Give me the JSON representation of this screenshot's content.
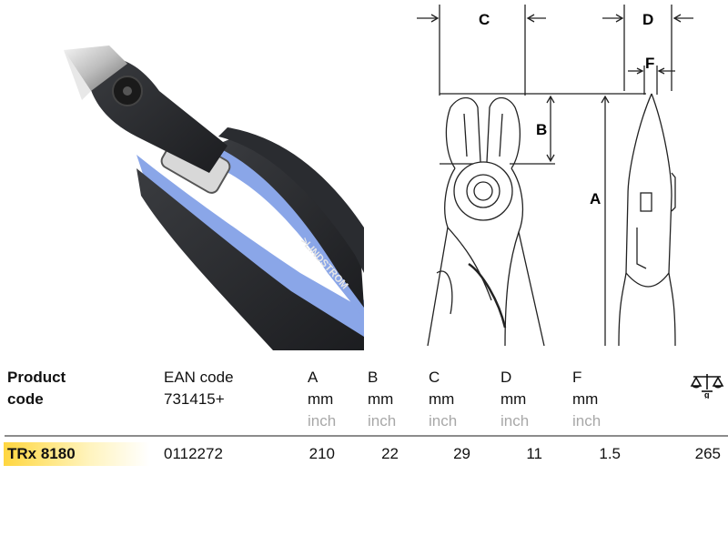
{
  "drawing_labels": {
    "a": "A",
    "b": "B",
    "c": "C",
    "d": "D",
    "f": "F"
  },
  "photo": {
    "brand_text": ">LINDSTROM"
  },
  "table": {
    "headers": {
      "product_code_line1": "Product",
      "product_code_line2": "code",
      "ean_line1": "EAN code",
      "ean_line2": "731415+",
      "cols": [
        {
          "label": "A",
          "unit": "mm",
          "alt_unit": "inch"
        },
        {
          "label": "B",
          "unit": "mm",
          "alt_unit": "inch"
        },
        {
          "label": "C",
          "unit": "mm",
          "alt_unit": "inch"
        },
        {
          "label": "D",
          "unit": "mm",
          "alt_unit": "inch"
        },
        {
          "label": "F",
          "unit": "mm",
          "alt_unit": "inch"
        }
      ],
      "weight_unit": "g"
    },
    "row": {
      "product_code": "TRx 8180",
      "ean": "0112272",
      "a": "210",
      "b": "22",
      "c": "29",
      "d": "11",
      "f": "1.5",
      "weight": "265"
    }
  },
  "colors": {
    "handle_blue": "#8aa6e8",
    "handle_black": "#2a2c30",
    "highlight_yellow": "#ffd640",
    "rule_gray": "#8c8c8c"
  }
}
